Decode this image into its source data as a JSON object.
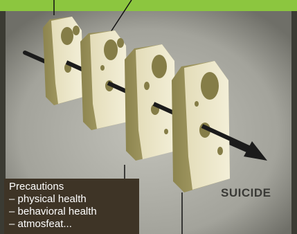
{
  "colors": {
    "top_band": "#8cc63f",
    "background_frame": "#3b3b33",
    "background_texture": "#a8a8a0",
    "cheese_face": "#ece7c8",
    "cheese_side": "#b6ad78",
    "arrow": "#1b1b1b",
    "label_box": "#3e3426",
    "label_text": "#ffffff",
    "outcome_text": "#3a3a36"
  },
  "diagram": {
    "slice_count": 4,
    "icons": [
      "cheese-slice-icon",
      "trajectory-arrow-icon"
    ]
  },
  "label_box": {
    "title": "Precautions",
    "items": [
      "– physical health",
      "– behavioral health",
      "– atmosfeat..."
    ]
  },
  "outcome_label": "SUICIDE"
}
